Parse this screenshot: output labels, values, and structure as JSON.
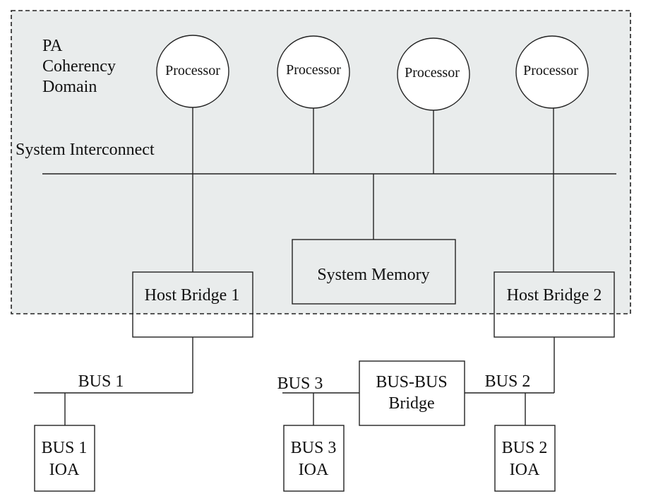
{
  "domain": {
    "title_lines": [
      "PA",
      "Coherency",
      "Domain"
    ]
  },
  "interconnect_label": "System Interconnect",
  "processors": [
    {
      "label": "Processor"
    },
    {
      "label": "Processor"
    },
    {
      "label": "Processor"
    },
    {
      "label": "Processor"
    }
  ],
  "system_memory": {
    "label": "System Memory"
  },
  "host_bridges": [
    {
      "label": "Host Bridge 1"
    },
    {
      "label": "Host Bridge 2"
    }
  ],
  "buses": {
    "bus1": "BUS 1",
    "bus2": "BUS 2",
    "bus3": "BUS 3"
  },
  "bus_bridge": {
    "lines": [
      "BUS-BUS",
      "Bridge"
    ]
  },
  "ioas": [
    {
      "lines": [
        "BUS 1",
        "IOA"
      ]
    },
    {
      "lines": [
        "BUS 3",
        "IOA"
      ]
    },
    {
      "lines": [
        "BUS 2",
        "IOA"
      ]
    }
  ],
  "colors": {
    "domain_fill": "#e9ecec",
    "stroke": "#222222"
  }
}
